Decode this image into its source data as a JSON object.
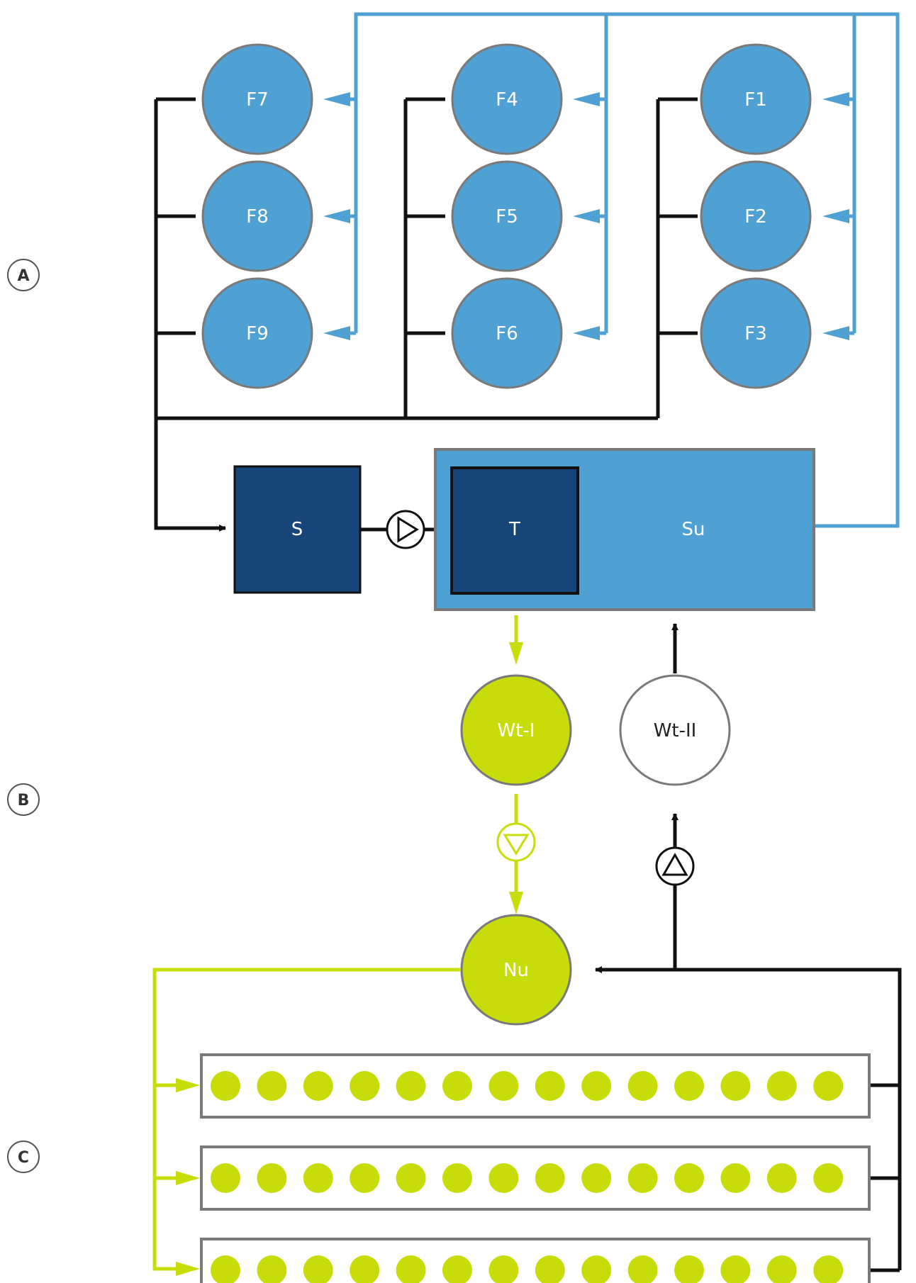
{
  "section_labels": [
    "A",
    "B",
    "C"
  ],
  "fish_tanks": [
    "F1",
    "F2",
    "F3",
    "F4",
    "F5",
    "F6",
    "F7",
    "F8",
    "F9"
  ],
  "units": {
    "settler": "S",
    "trickling_filter": "T",
    "sump": "Su",
    "water_tank_1": "Wt-I",
    "water_tank_2": "Wt-II",
    "nutrient_tank": "Nu"
  },
  "plant_beds": {
    "rows": 3,
    "plants_per_row": 14
  },
  "colors": {
    "aquaculture_blue": "#4FA0D3",
    "dark_blue": "#17457A",
    "nutrient_green": "#C8DC0A",
    "pipe_black": "#111111",
    "outline_grey": "#7A7A7A"
  }
}
